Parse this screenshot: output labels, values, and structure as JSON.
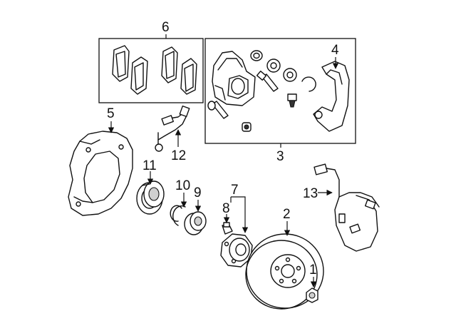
{
  "callouts": {
    "c1": "1",
    "c2": "2",
    "c3": "3",
    "c4": "4",
    "c5": "5",
    "c6": "6",
    "c7": "7",
    "c8": "8",
    "c9": "9",
    "c10": "10",
    "c11": "11",
    "c12": "12",
    "c13": "13"
  },
  "colors": {
    "line": "#111111",
    "shade": "#cfcfcf",
    "background": "#ffffff"
  }
}
